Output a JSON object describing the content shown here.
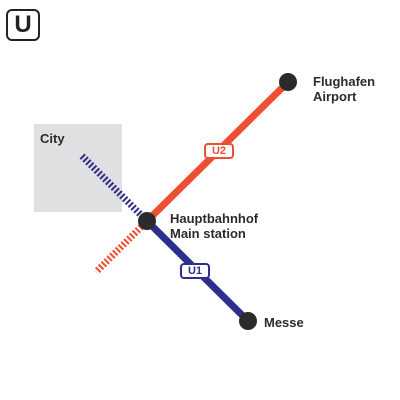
{
  "logo": {
    "text": "U"
  },
  "lines": [
    {
      "id": "U1",
      "label": "U1",
      "color": "#2e2e8c"
    },
    {
      "id": "U2",
      "label": "U2",
      "color": "#ee4e32"
    }
  ],
  "stations": {
    "airport": {
      "name_de": "Flughafen",
      "name_en": "Airport"
    },
    "central": {
      "name_de": "Hauptbahnhof",
      "name_en": "Main station"
    },
    "messe": {
      "name": "Messe"
    }
  },
  "zones": {
    "city": {
      "label": "City",
      "color": "#e0e0e2"
    }
  },
  "colors": {
    "station": "#2b2b2b",
    "text": "#2b2b2b"
  }
}
